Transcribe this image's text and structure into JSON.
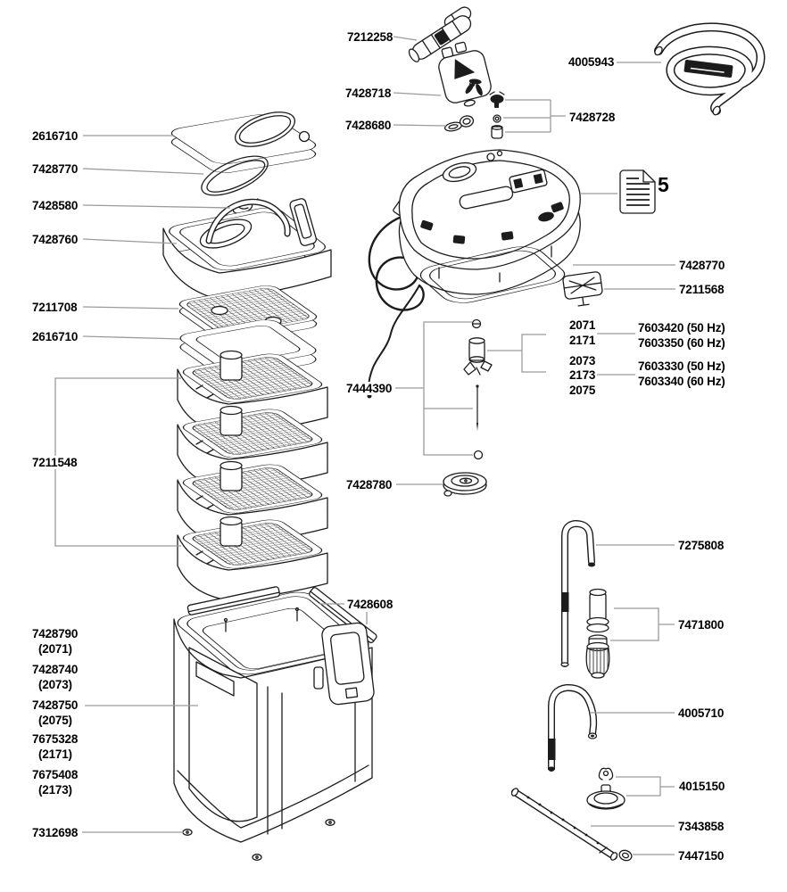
{
  "labels": {
    "lid": "2616710",
    "lid_seal": "7428770",
    "hose_clip": "7428580",
    "prefilter": "7428760",
    "lattice_screen": "7211708",
    "spacer_frame": "2616710",
    "filter_baskets": "7211548",
    "impeller": "7212258",
    "pump_cover": "7428718",
    "sealing_rings": "7428680",
    "bearing_set": "7428728",
    "hose": "4005943",
    "manual_ref": "5",
    "head_gasket": "7428770",
    "clip_latch": "7211568",
    "float_valve": "7444390",
    "pump_disc": "7428780",
    "clamp_rail": "7428608",
    "intake_pipe": "7275808",
    "strainer_set": "7471800",
    "outflow_elbow": "4005710",
    "suction_cup": "4015150",
    "spray_bar": "7343858",
    "end_plug": "7447150",
    "foot_pad": "7312698"
  },
  "canister_variants": [
    {
      "part": "7428790",
      "model": "(2071)"
    },
    {
      "part": "7428740",
      "model": "(2073)"
    },
    {
      "part": "7428750",
      "model": "(2075)"
    },
    {
      "part": "7675328",
      "model": "(2171)"
    },
    {
      "part": "7675408",
      "model": "(2173)"
    }
  ],
  "motor_variants": {
    "models": [
      "2071",
      "2171",
      "2073",
      "2173",
      "2075"
    ],
    "parts": [
      "7603420 (50 Hz)",
      "7603350 (60 Hz)",
      "7603330 (50 Hz)",
      "7603340 (60 Hz)"
    ]
  },
  "colors": {
    "background": "#ffffff",
    "line": "#1c1c1c",
    "leader": "#9b9b9b",
    "text": "#000000"
  }
}
